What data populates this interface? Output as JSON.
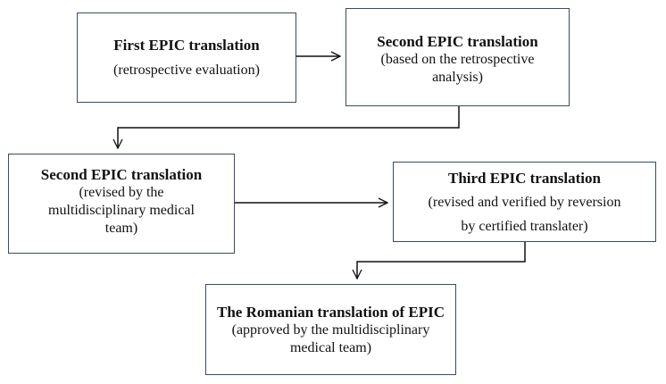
{
  "nodes": [
    {
      "id": "b1",
      "title": "First EPIC translation",
      "lines": [
        "(retrospective evaluation)"
      ]
    },
    {
      "id": "b2",
      "title": "Second EPIC translation",
      "lines": [
        "(based on the retrospective",
        "analysis)"
      ]
    },
    {
      "id": "b3",
      "title": "Second EPIC translation",
      "lines": [
        "(revised by the",
        "multidisciplinary medical",
        "team)"
      ]
    },
    {
      "id": "b4",
      "title": "Third EPIC translation",
      "lines": [
        "(revised and verified by reversion",
        "by certified translater)"
      ]
    },
    {
      "id": "b5",
      "title": "The Romanian translation of EPIC",
      "lines": [
        "(approved by the multidisciplinary",
        "medical team)"
      ]
    }
  ],
  "edges": [
    {
      "from": "b1",
      "to": "b2"
    },
    {
      "from": "b2",
      "to": "b3"
    },
    {
      "from": "b3",
      "to": "b4"
    },
    {
      "from": "b4",
      "to": "b5"
    }
  ]
}
